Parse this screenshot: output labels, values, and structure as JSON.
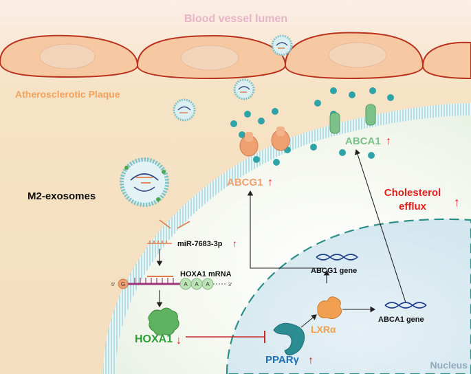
{
  "labels": {
    "lumen": "Blood vessel lumen",
    "plaque": "Atherosclerotic Plaque",
    "exosomes": "M2-exosomes",
    "abcg1": "ABCG1",
    "abca1": "ABCA1",
    "cholesterol_line1": "Cholesterol",
    "cholesterol_line2": "efflux",
    "mirna": "miR-7683-3p",
    "hoxa1_mrna": "HOXA1 mRNA",
    "five_prime": "5'",
    "three_prime": "3'",
    "cap": "G",
    "poly_a": [
      "A",
      "A",
      "A"
    ],
    "abcg1_gene": "ABCG1 gene",
    "abca1_gene": "ABCA1 gene",
    "lxr": "LXRα",
    "hoxa1": "HOXA1",
    "ppar": "PPARγ",
    "nucleus": "Nucleus"
  },
  "arrows": {
    "up": "↑",
    "down": "↓"
  },
  "colors": {
    "lumen_text": "#e6b3c8",
    "plaque_text": "#f2a25c",
    "abcg1": "#f0a070",
    "abca1": "#7cc08a",
    "red": "#e0201c",
    "hoxa1_green": "#2e9e3a",
    "ppar_blue": "#1f6fb5",
    "lxr_orange": "#f0a050",
    "cholesterol_dot": "#2fa4a8",
    "membrane": "#a8d8dc"
  }
}
